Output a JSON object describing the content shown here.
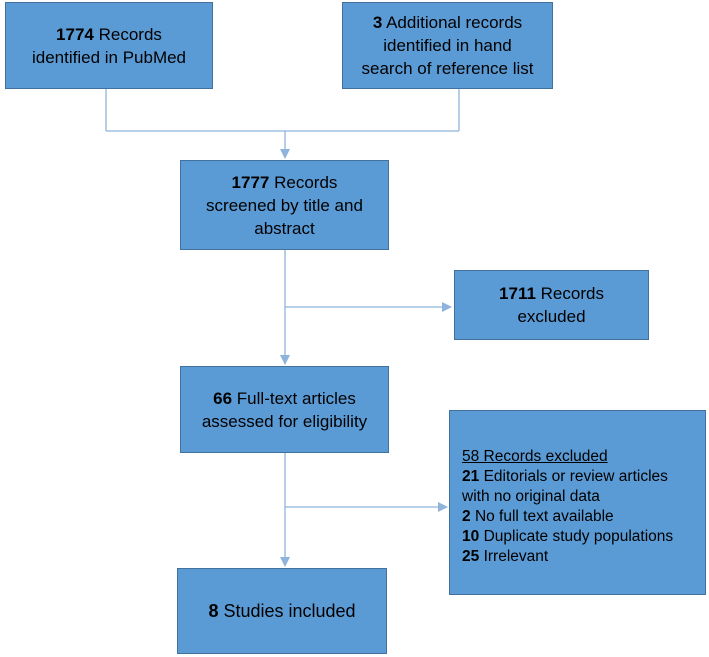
{
  "boxes": {
    "pubmed": {
      "count": "1774",
      "text_1": "Records",
      "text_2": "identified in PubMed"
    },
    "additional": {
      "count": "3",
      "text_1": "Additional records",
      "text_2": "identified in hand",
      "text_3": "search of reference list"
    },
    "screened": {
      "count": "1777",
      "text_1": "Records",
      "text_2": "screened by title and",
      "text_3": "abstract"
    },
    "excluded_1": {
      "count": "1711",
      "text_1": "Records",
      "text_2": "excluded"
    },
    "fulltext": {
      "count": "66",
      "text_1": "Full-text articles",
      "text_2": "assessed for eligibility"
    },
    "excluded_2": {
      "heading": "58 Records excluded",
      "reasons": [
        {
          "count": "21",
          "text_1": "Editorials or review articles",
          "text_2": "with no original data"
        },
        {
          "count": "2",
          "text": "No full text available"
        },
        {
          "count": "10",
          "text": "Duplicate study populations"
        },
        {
          "count": "25",
          "text": "Irrelevant"
        }
      ]
    },
    "included": {
      "count": "8",
      "text": "Studies included"
    }
  },
  "colors": {
    "box_fill": "#5b9bd5",
    "box_border": "#41719c",
    "connector": "#8fb4dc"
  }
}
